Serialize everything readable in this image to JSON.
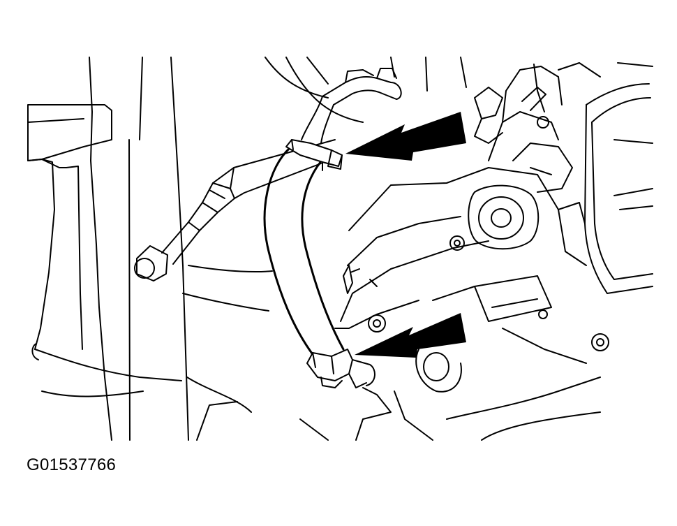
{
  "figure": {
    "id_label": "G01537766"
  },
  "colors": {
    "line": "#000000",
    "background": "#ffffff",
    "arrow": "#000000"
  },
  "callouts": [
    {
      "name": "upper-hose-clamp-arrow",
      "points_to": "upper-hose-clamp"
    },
    {
      "name": "lower-hose-clamp-arrow",
      "points_to": "lower-hose-clamp"
    }
  ]
}
